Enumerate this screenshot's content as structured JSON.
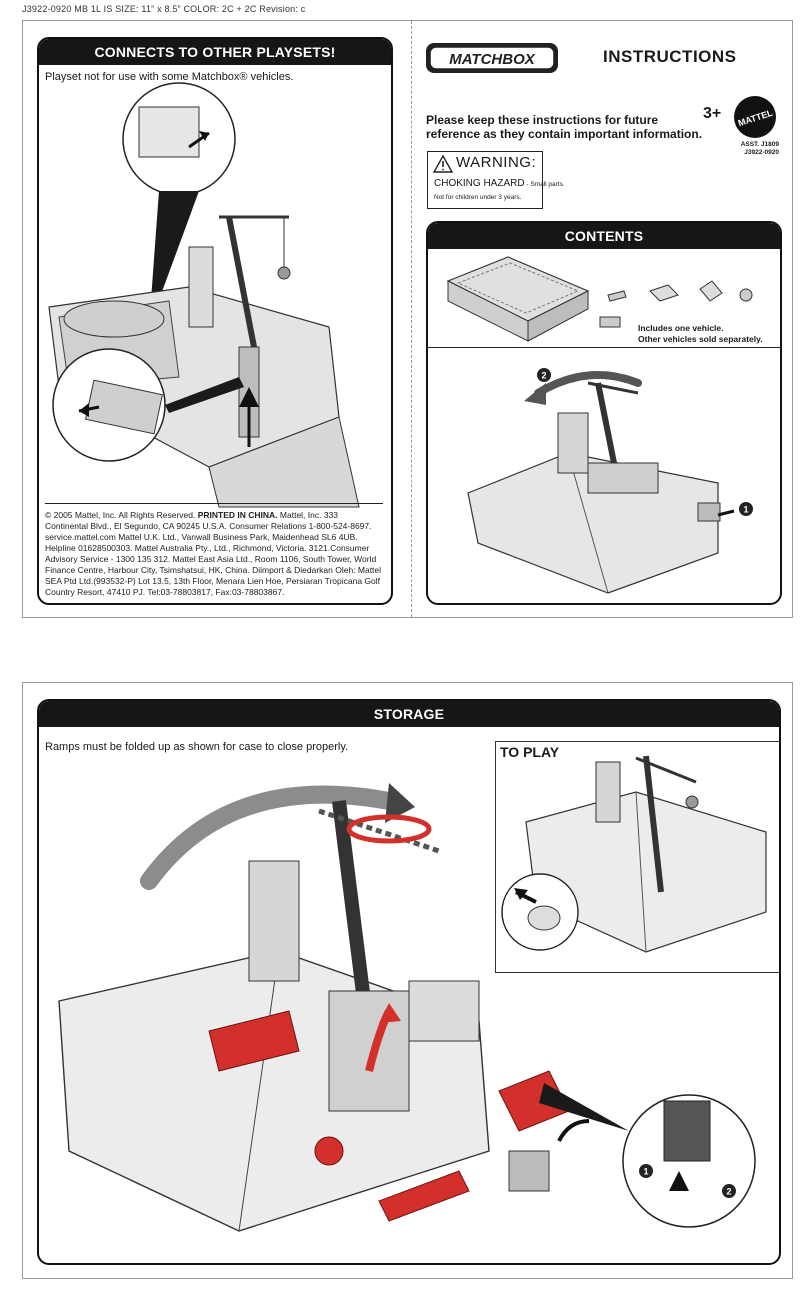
{
  "print_info": "J3922-0920  MB  1L   IS  SIZE: 11” x 8.5”   COLOR: 2C + 2C   Revision: c",
  "connects": {
    "title": "CONNECTS TO OTHER PLAYSETS!",
    "note": "Playset not for use with some Matchbox® vehicles.",
    "copyright_lead": "© 2005 Mattel, Inc.  All Rights Reserved. ",
    "printed": "PRINTED IN CHINA.",
    "copyright_rest": " Mattel, Inc. 333 Continental Blvd., El Segundo, CA 90245 U.S.A. Consumer Relations 1-800-524-8697. service.mattel.com Mattel U.K. Ltd., Vanwall Business Park, Maidenhead SL6 4UB. Helpline  01628500303. Mattel Australia Pty., Ltd., Richmond, Victoria. 3121.Consumer Advisory Service - 1300 135 312. Mattel East Asia Ltd., Room 1106, South Tower, World Finance Centre, Harbour City, Tsimshatsui, HK, China. Diimport & Diedarkan Oleh: Mattel SEA Ptd Ltd.(993532-P) Lot 13.5, 13th Floor, Menara Lien Hoe, Persiaran Tropicana Golf Country Resort, 47410 PJ. Tel:03-78803817, Fax:03-78803867."
  },
  "header": {
    "brand": "MATCHBOX",
    "instructions": "INSTRUCTIONS",
    "keep_note": "Please keep these instructions for future reference as they contain important information.",
    "age": "3+",
    "mattel": "MATTEL",
    "asst": "ASST. J1809",
    "code": "J3922-0920"
  },
  "warning": {
    "title": "WARNING:",
    "hazard": "CHOKING HAZARD",
    "hazard_small": " - Small parts.",
    "age_note": "Not for children under 3 years."
  },
  "contents": {
    "title": "CONTENTS",
    "includes": "Includes one vehicle.",
    "sold": "Other vehicles sold separately.",
    "step1": "1",
    "step2": "2"
  },
  "storage": {
    "title": "STORAGE",
    "note": "Ramps must be folded up as shown for case to close properly.",
    "toplay": "TO PLAY",
    "step1": "1",
    "step2": "2"
  },
  "colors": {
    "panel_header": "#161616",
    "accent_red": "#d3302b"
  }
}
